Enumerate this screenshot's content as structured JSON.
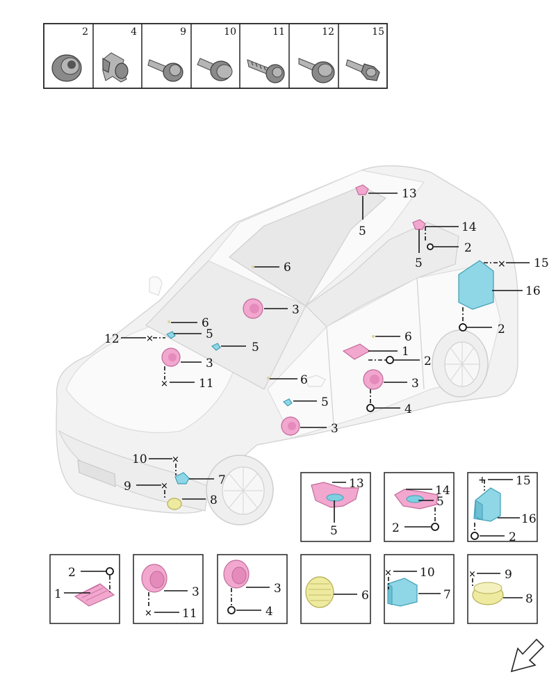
{
  "fastener_header": {
    "part_numbers": [
      "2",
      "4",
      "9",
      "10",
      "11",
      "12",
      "15"
    ]
  },
  "callouts": {
    "n1": "1",
    "n2": "2",
    "n3": "3",
    "n4": "4",
    "n5": "5",
    "n6": "6",
    "n7": "7",
    "n8": "8",
    "n9": "9",
    "n10": "10",
    "n11": "11",
    "n12": "12",
    "n13": "13",
    "n14": "14",
    "n15": "15",
    "n16": "16"
  },
  "colors": {
    "pink_parts": "#f2a7cf",
    "cyan_parts": "#8fd6e6",
    "yellow_parts": "#eeeaa0",
    "fastener_grey": "#8a8a8a",
    "vehicle": "#f2f2f2"
  },
  "icons": [
    "nut-icon",
    "push-clip-icon",
    "bolt-icon",
    "flange-bolt-icon",
    "self-tapping-screw-icon",
    "washer-screw-icon",
    "hex-bolt-icon",
    "direction-arrow-icon"
  ]
}
